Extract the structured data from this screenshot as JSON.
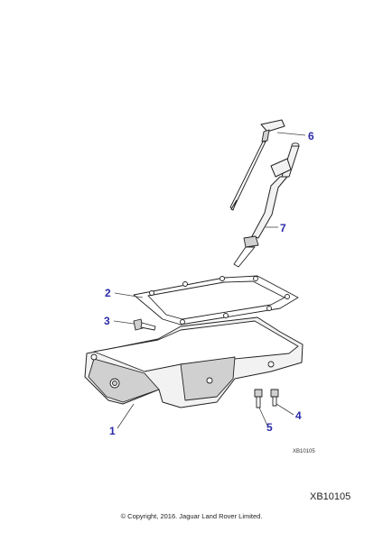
{
  "diagram_code_small": "XB10105",
  "reference_code": "XB10105",
  "copyright": "© Copyright, 2016. Jaguar Land Rover Limited.",
  "callouts": [
    "1",
    "2",
    "3",
    "4",
    "5",
    "6",
    "7"
  ],
  "colors": {
    "callout": "#2a2aa8",
    "line": "#222222"
  }
}
